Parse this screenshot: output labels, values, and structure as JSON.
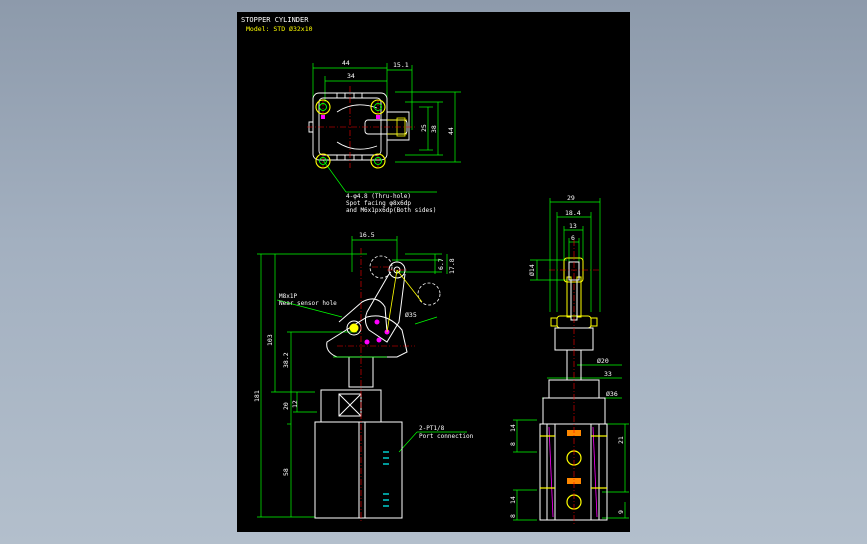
{
  "drawing": {
    "title": "STOPPER CYLINDER",
    "model": "Model: STD Ø32x10",
    "colors": {
      "background": "#000000",
      "outline": "#ffffff",
      "dimension": "#00ff00",
      "centerline": "#ff0000",
      "hatch": "#ff00ff",
      "hidden": "#ffff00",
      "viewport": "#9aa7b7"
    },
    "top_view": {
      "dims": {
        "w44": "44",
        "w34": "34",
        "w15": "15.1",
        "h38": "38",
        "h25": "25",
        "h44": "44"
      },
      "note_line1": "4-φ4.8 (Thru-hole)",
      "note_line2": "Spot facing φ8x6dp",
      "note_line3": "and M6x1px6dp(Both sides)"
    },
    "front_view": {
      "dims": {
        "d165": "16.5",
        "d103": "103",
        "d181": "181",
        "d382": "38.2",
        "d20": "20",
        "d12": "12",
        "d58": "58",
        "d67": "6.7",
        "d178": "17.8",
        "d35": "Ø35"
      },
      "label_m8": "M8x1P",
      "label_sensor": "Near sensor hole",
      "label_port": "2-PT1/8",
      "label_port2": "Port connection"
    },
    "side_view": {
      "dims": {
        "d29": "29",
        "d184": "18.4",
        "d13": "13",
        "d6": "6",
        "d14": "Ø14",
        "d20": "Ø20",
        "d33": "33",
        "d36": "Ø36",
        "d21": "21",
        "d14a": "14",
        "d8a": "8",
        "d14b": "14",
        "d8b": "8",
        "d9": "9"
      }
    }
  }
}
